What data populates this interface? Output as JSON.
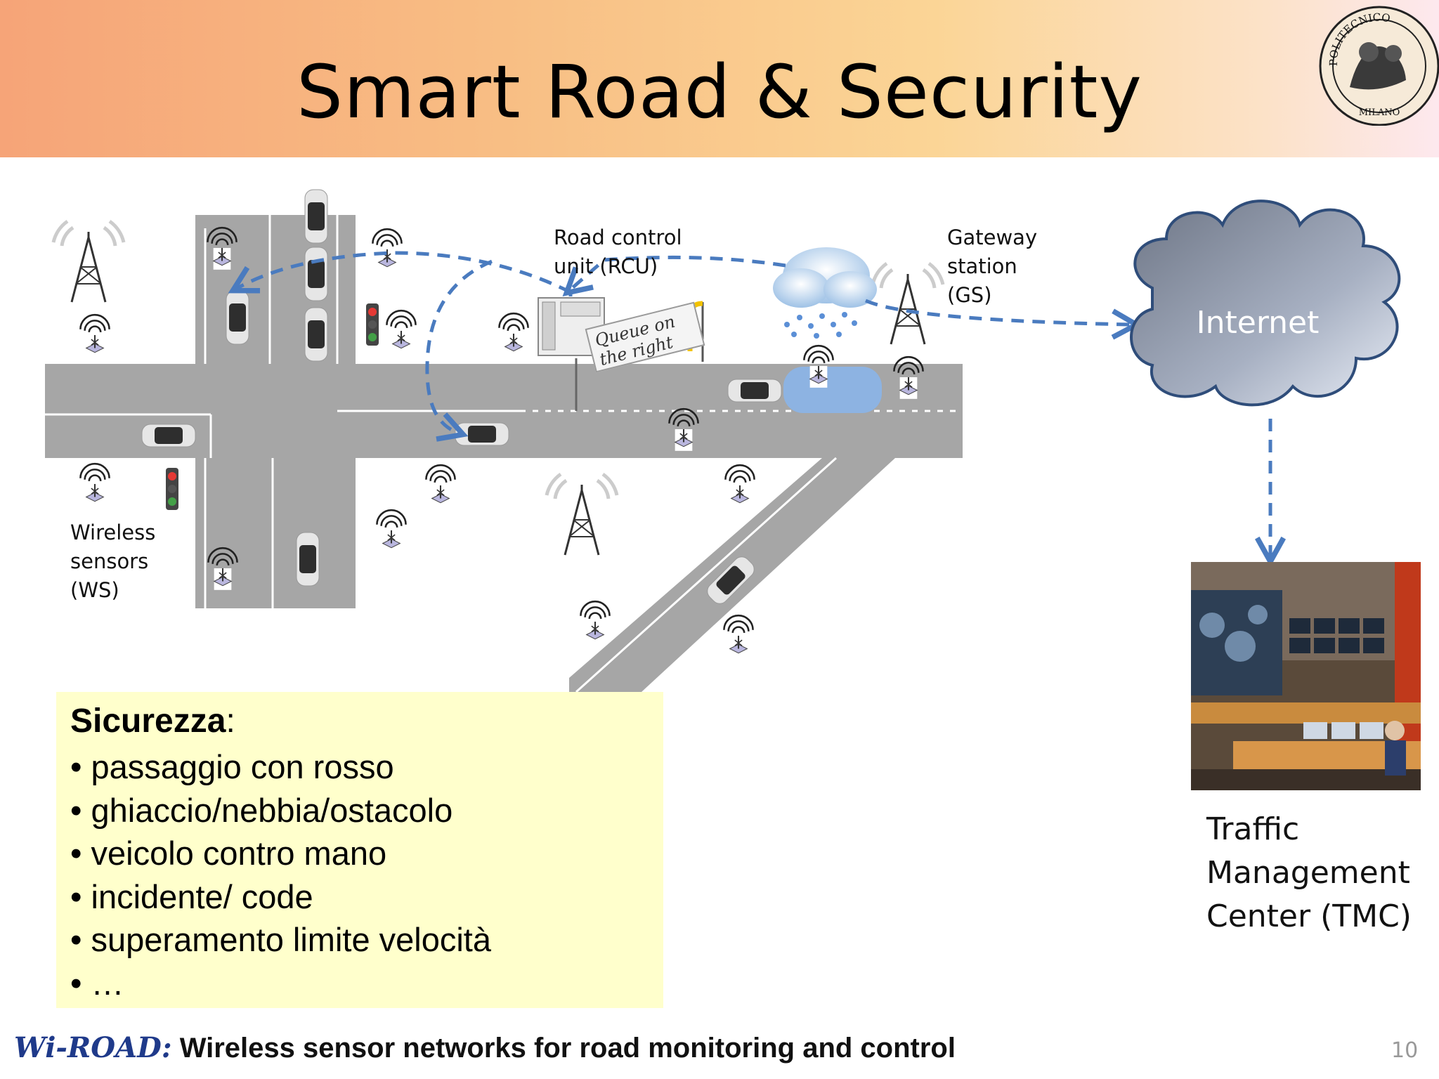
{
  "slide": {
    "title": "Smart Road & Security",
    "page_number": "10"
  },
  "logo": {
    "text_top": "POLITECNICO",
    "text_bottom": "MILANO"
  },
  "diagram": {
    "labels": {
      "rcu_line1": "Road control",
      "rcu_line2": "unit (RCU)",
      "gs_line1": "Gateway",
      "gs_line2": "station",
      "gs_line3": "(GS)",
      "ws_line1": "Wireless",
      "ws_line2": "sensors",
      "ws_line3": "(WS)"
    },
    "sign": {
      "line1": "Queue on",
      "line2": "the right"
    },
    "internet": "Internet",
    "tmc": {
      "line1": "Traffic",
      "line2": "Management",
      "line3": "Center (TMC)"
    },
    "colors": {
      "road": "#a6a6a6",
      "link_arrow": "#4a7bbf",
      "cloud": "#8a93a6",
      "puddle": "#8db3e2"
    }
  },
  "safety": {
    "title": "Sicurezza",
    "title_suffix": ":",
    "items": [
      "passaggio con rosso",
      "ghiaccio/nebbia/ostacolo",
      "veicolo contro mano",
      "incidente/ code",
      "superamento limite velocità",
      "…"
    ]
  },
  "footer": {
    "logo": "Wi-ROAD:",
    "text": " Wireless sensor networks for road monitoring and control"
  }
}
